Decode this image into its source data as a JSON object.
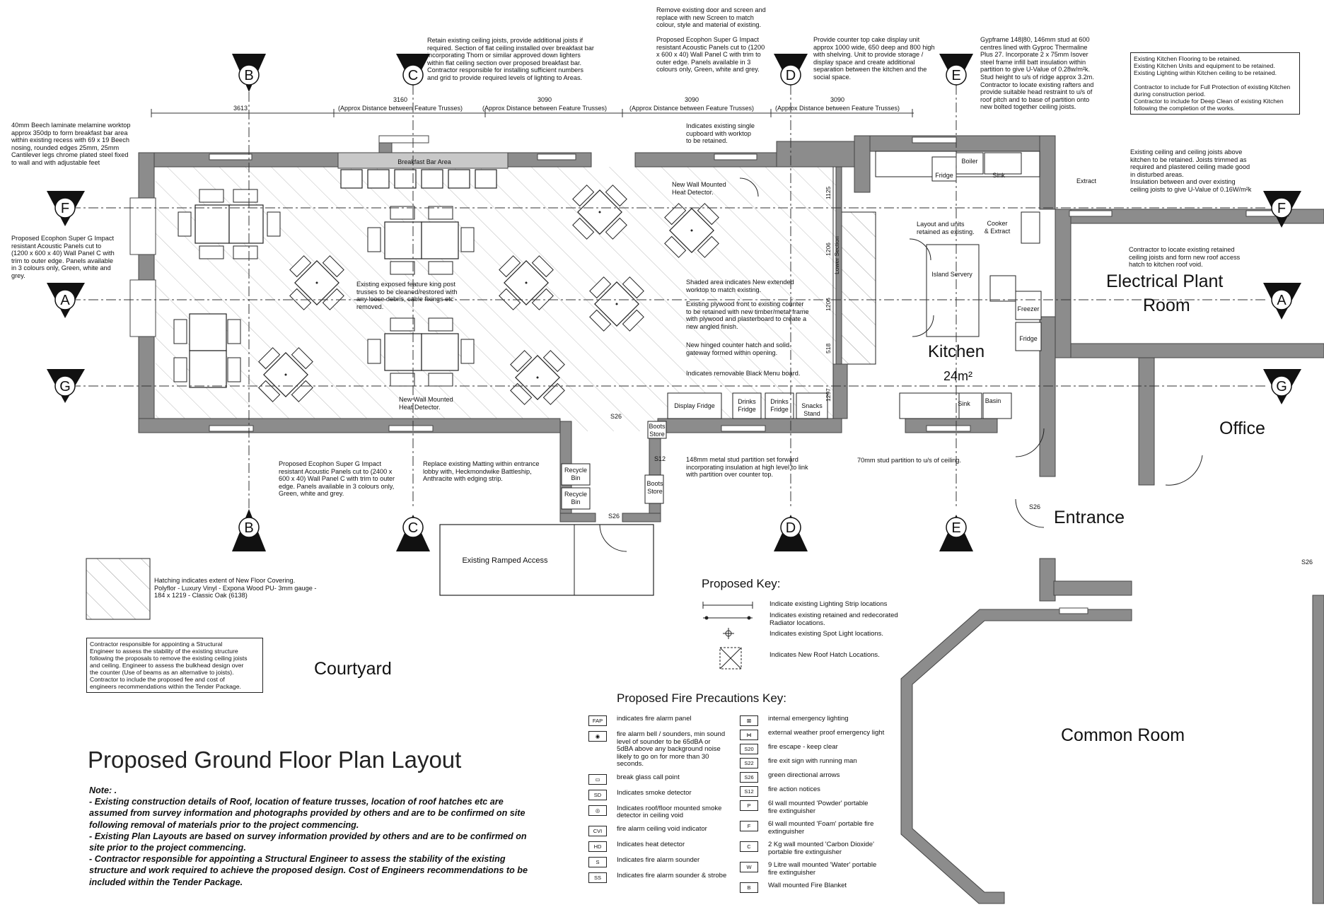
{
  "title": "Proposed Ground Floor Plan Layout",
  "rooms": {
    "kitchen": "Kitchen",
    "kitchen_area": "24m²",
    "electrical_line1": "Electrical Plant",
    "electrical_line2": "Room",
    "office": "Office",
    "entrance": "Entrance",
    "common_room": "Common Room",
    "courtyard": "Courtyard",
    "ramped_access": "Existing Ramped Access",
    "breakfast_bar": "Breakfast Bar Area",
    "island_servery": "Island Servery"
  },
  "section_markers": {
    "B": "B",
    "C": "C",
    "D": "D",
    "E": "E",
    "F": "F",
    "A": "A",
    "G": "G"
  },
  "dimensions": {
    "d1": "3613",
    "d2": "3160",
    "d2_note": "(Approx Distance between Feature Trusses)",
    "d3": "3090",
    "d3_note": "(Approx Distance between Feature Trusses)",
    "d4": "3090",
    "d4_note": "(Approx Distance between Feature Trusses)",
    "d5": "3090",
    "d5_note": "(Approx Distance between Feature Trusses)",
    "v1": "1125",
    "v2": "1206",
    "v3": "1206",
    "v4": "518",
    "v5": "1297",
    "lower_section": "Lower Section"
  },
  "fixtures": {
    "fridge_top": "Fridge",
    "boiler": "Boiler",
    "sink_top": "Sink",
    "extract": "Extract",
    "cooker": "Cooker",
    "cooker2": "& Extract",
    "freezer": "Freezer",
    "fridge_side": "Fridge",
    "basin": "Basin",
    "sink_bottom": "Sink",
    "display_fridge": "Display Fridge",
    "drinks1a": "Drinks",
    "drinks1b": "Fridge",
    "drinks2a": "Drinks",
    "drinks2b": "Fridge",
    "snacks1": "Snacks",
    "snacks2": "Stand",
    "boots_store1a": "Boots",
    "boots_store1b": "Store",
    "boots_store2a": "Boots",
    "boots_store2b": "Store",
    "recycle1a": "Recycle",
    "recycle1b": "Bin",
    "recycle2a": "Recycle",
    "recycle2b": "Bin",
    "s26a": "S26",
    "s26b": "S26",
    "s26c": "S26",
    "s26d": "S26",
    "s12": "S12"
  },
  "notes": {
    "worktop": "40mm Beech laminate melamine worktop\napprox 350dp to form breakfast bar area\nwithin existing recess with 69 x 19 Beech\nnosing, rounded edges 25mm, 25mm\nCantilever legs chrome plated steel fixed\nto wall and with adjustable feet",
    "ecophon_left": "Proposed Ecophon Super G Impact\nresistant Acoustic Panels cut to\n(1200 x 600 x 40) Wall Panel C with\ntrim to outer edge. Panels available\nin 3 colours only, Green, white and\ngrey.",
    "retain_joists": "Retain existing ceiling joists, provide additional joists if\nrequired. Section of flat ceiling installed over breakfast bar\nincorporating Thorn or similar approved down lighters\nwithin flat ceiling section over proposed breakfast bar.\nContractor responsible for installing sufficient numbers\nand grid to provide required levels of lighting to Areas.",
    "remove_door": "Remove existing door and screen and\nreplace with new Screen to match\ncolour, style and material of existing.",
    "ecophon_top": "Proposed Ecophon Super G Impact\nresistant Acoustic Panels cut to (1200\nx 600 x 40) Wall Panel C with trim to\nouter edge. Panels available in 3\ncolours only, Green, white and grey.",
    "counter_top": "Provide counter top cake display unit\napprox 1000 wide, 650 deep and 800 high\nwith shelving. Unit to provide storage /\ndisplay space and create additional\nseparation between the kitchen and the\nsocial space.",
    "gypframe": "Gypframe 148|80, 146mm stud at 600\ncentres lined with Gyproc Thermaline\nPlus 27. Incorporate 2 x 75mm Isover\nsteel frame infill batt insulation within\npartition to give U-Value of 0.28w/m²k.\nStud height to u/s of ridge approx 3.2m.\nContractor to locate existing rafters and\nprovide suitable head restraint to u/s of\nroof pitch and to base of partition onto\nnew bolted together ceiling joists.",
    "kitchen_flooring": "Existing Kitchen Flooring to be retained.\nExisting Kitchen Units and equipment to be retained.\nExisting Lighting within Kitchen ceiling to be retained.\n\nContractor to include for Full Protection of existing Kitchen\nduring construction period.\nContractor to include for Deep Clean of existing Kitchen\nfollowing the completion of the works.",
    "existing_ceiling": "Existing ceiling and ceiling joists above\nkitchen to be retained. Joists trimmed as\nrequired and plastered ceiling made good\nin disturbed areas.\nInsulation between and over existing\nceiling joists to give U-Value of 0.16W/m²k",
    "roof_hatch": "Contractor to locate existing retained\nceiling joists and form new roof access\nhatch to kitchen roof void.",
    "single_cupboard": "Indicates existing single\ncupboard with worktop\nto be retained.",
    "heat_detector_top": "New Wall Mounted\nHeat Detector.",
    "layout_units": "Layout and units\nretained as existing.",
    "king_post": "Existing exposed feature king post\ntrusses to be cleaned/restored with\nany loose debris, cable fixings etc\nremoved.",
    "shaded_area": "Shaded area indicates New extended\nworktop to match existing.",
    "plywood_front": "Existing plywood front to existing counter\nto be retained with new timber/metal frame\nwith plywood and plasterboard to create a\nnew angled finish.",
    "counter_hatch": "New hinged counter hatch and solid\ngateway formed within opening.",
    "black_menu": "Indicates removable Black Menu board.",
    "heat_detector_bottom": "New Wall Mounted\nHeat Detector.",
    "ecophon_bottom": "Proposed Ecophon Super G Impact\nresistant Acoustic Panels cut to (2400 x\n600 x 40) Wall Panel C with trim to outer\nedge. Panels available in 3 colours only,\nGreen, white and grey.",
    "matting": "Replace existing Matting within entrance\nlobby with, Heckmondwike Battleship,\nAnthracite with edging strip.",
    "stud_partition_148": "148mm metal stud partition set forward\nincorporating insulation at high level to link\nwith partition over counter top.",
    "stud_partition_70": "70mm stud partition to u/s of ceiling.",
    "hatching": "Hatching indicates extent of New Floor Covering.\nPolyflor - Luxury Vinyl - Expona Wood PU- 3mm gauge -\n184 x 1219 - Classic Oak (6138)",
    "structural_box": "Contractor responsible for appointing a Structural\nEngineer to assess the stability of the existing structure\nfollowing the proposals to remove the existing ceiling joists\nand ceiling. Engineer to assess the bulkhead design over\nthe counter (Use of beams as an alternative to joists).\nContractor to include the proposed fee and cost of\nengineers recommendations within the Tender Package."
  },
  "bottom_note": {
    "heading": "Note: .",
    "line1": "- Existing construction details of Roof, location of feature trusses, location of roof hatches etc are assumed from survey information and photographs provided by others and are to be confirmed on site following removal of materials prior to the project commencing.",
    "line2": "- Existing Plan Layouts are based on survey information provided by others and are to be confirmed on site prior to the project commencing.",
    "line3": "- Contractor responsible for appointing a Structural Engineer to assess the stability of the existing structure and work required to achieve the proposed design. Cost of Engineers recommendations to be included within the Tender Package."
  },
  "proposed_key": {
    "heading": "Proposed Key:",
    "items": [
      "Indicate existing Lighting Strip locations",
      "Indicates existing retained and redecorated\nRadiator locations.",
      "Indicates existing Spot Light locations.",
      "Indicates New Roof Hatch Locations."
    ]
  },
  "fire_key": {
    "heading": "Proposed Fire Precautions Key:",
    "left": [
      {
        "sym": "FAP",
        "text": "indicates fire alarm panel"
      },
      {
        "sym": "◉",
        "text": "fire alarm bell / sounders, min sound\nlevel of sounder to be 65dBA or\n5dBA above any background noise\nlikely to go on for more than 30\nseconds."
      },
      {
        "sym": "▭",
        "text": "break glass call point"
      },
      {
        "sym": "SD",
        "text": "Indicates smoke detector"
      },
      {
        "sym": "◎",
        "text": "Indicates roof/floor mounted smoke\ndetector in ceiling void"
      },
      {
        "sym": "CVI",
        "text": "fire alarm ceiling void indicator"
      },
      {
        "sym": "HD",
        "text": "Indicates heat detector"
      },
      {
        "sym": "S",
        "text": "Indicates fire alarm sounder"
      },
      {
        "sym": "SS",
        "text": "Indicates fire alarm sounder & strobe"
      }
    ],
    "right": [
      {
        "sym": "⊠",
        "text": "internal emergency lighting"
      },
      {
        "sym": "⋈",
        "text": "external weather proof emergency light"
      },
      {
        "sym": "S20",
        "text": "fire escape - keep clear"
      },
      {
        "sym": "S22",
        "text": "fire exit sign with running man"
      },
      {
        "sym": "S26",
        "text": "green directional arrows"
      },
      {
        "sym": "S12",
        "text": "fire action notices"
      },
      {
        "sym": "P",
        "text": "6l wall mounted 'Powder' portable\nfire extinguisher"
      },
      {
        "sym": "F",
        "text": "6l wall mounted 'Foam' portable fire\nextinguisher"
      },
      {
        "sym": "C",
        "text": "2 Kg wall mounted 'Carbon Dioxide'\nportable fire extinguisher"
      },
      {
        "sym": "W",
        "text": "9 Litre wall mounted 'Water' portable\nfire extinguisher"
      },
      {
        "sym": "B",
        "text": "Wall mounted Fire Blanket"
      }
    ]
  },
  "colors": {
    "wall": "#8c8c8c",
    "wall_stroke": "#444444",
    "line": "#222222",
    "hatch": "#b9b9b9"
  }
}
